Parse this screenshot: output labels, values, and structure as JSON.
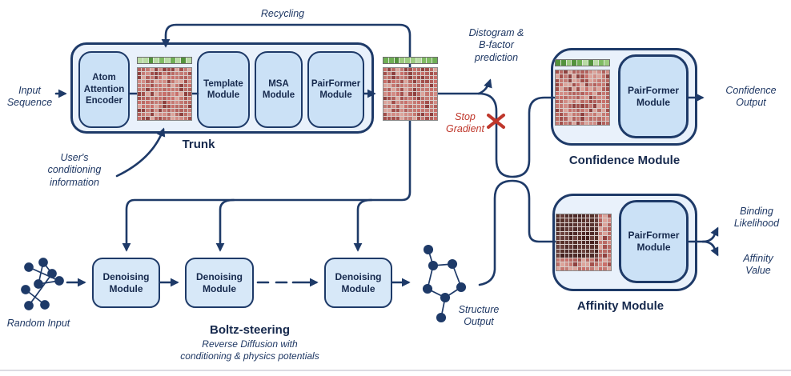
{
  "labels": {
    "recycling": "Recycling",
    "input_sequence": "Input Sequence",
    "trunk": "Trunk",
    "user_conditioning": "User's conditioning information",
    "distogram": "Distogram & B-factor prediction",
    "stop_gradient": "Stop Gradient",
    "random_input": "Random Input",
    "boltz_steering": "Boltz-steering",
    "boltz_sub1": "Reverse Diffusion with",
    "boltz_sub2": "conditioning & physics potentials",
    "structure_output": "Structure Output",
    "confidence_module": "Confidence Module",
    "confidence_output": "Confidence Output",
    "affinity_module": "Affinity Module",
    "binding_likelihood": "Binding Likelihood",
    "affinity_value": "Affinity Value"
  },
  "modules": {
    "atom_attention_encoder": "Atom Attention Encoder",
    "template": "Template Module",
    "msa": "MSA Module",
    "pairformer": "PairFormer Module",
    "denoising": "Denoising Module"
  },
  "colors": {
    "line": "#1e3a68",
    "text": "#1f3864",
    "red_accent": "#bf372b",
    "container_fill": "#e9f1fb",
    "module_fill": "#cbe1f6",
    "denoise_fill": "#d7e8f8",
    "heatmap_red_palette": [
      "#b2605c",
      "#c47a74",
      "#a34f4b",
      "#d28c85",
      "#8f413f",
      "#c96f6a",
      "#dca49b",
      "#b96a64",
      "#c57770"
    ],
    "heatmap_dark_palette": [
      "#4e2a28",
      "#5a3431",
      "#643b38",
      "#553029",
      "#45211f",
      "#6a413d"
    ],
    "green_palette": [
      "#6fae54",
      "#9ccb7f",
      "#b9dba4",
      "#53923c",
      "#7fbb63"
    ]
  }
}
